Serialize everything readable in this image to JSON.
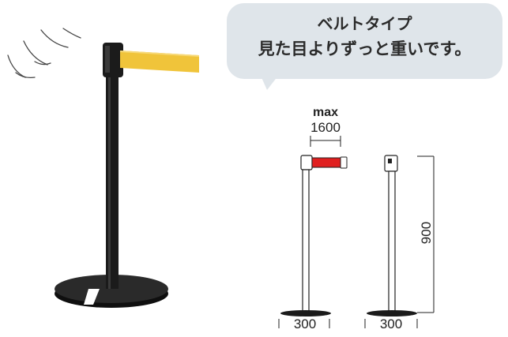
{
  "bubble": {
    "line1": "ベルトタイプ",
    "line2": "見た目よりずっと重いです。"
  },
  "dimensions": {
    "max_label": "max",
    "max_value": "1600",
    "height_value": "900",
    "base_front": "300",
    "base_side": "300"
  },
  "colors": {
    "belt_photo": "#f0c43a",
    "belt_drawing": "#e02020",
    "post": "#1b1b1b",
    "bubble_bg": "#dfe5ea"
  }
}
